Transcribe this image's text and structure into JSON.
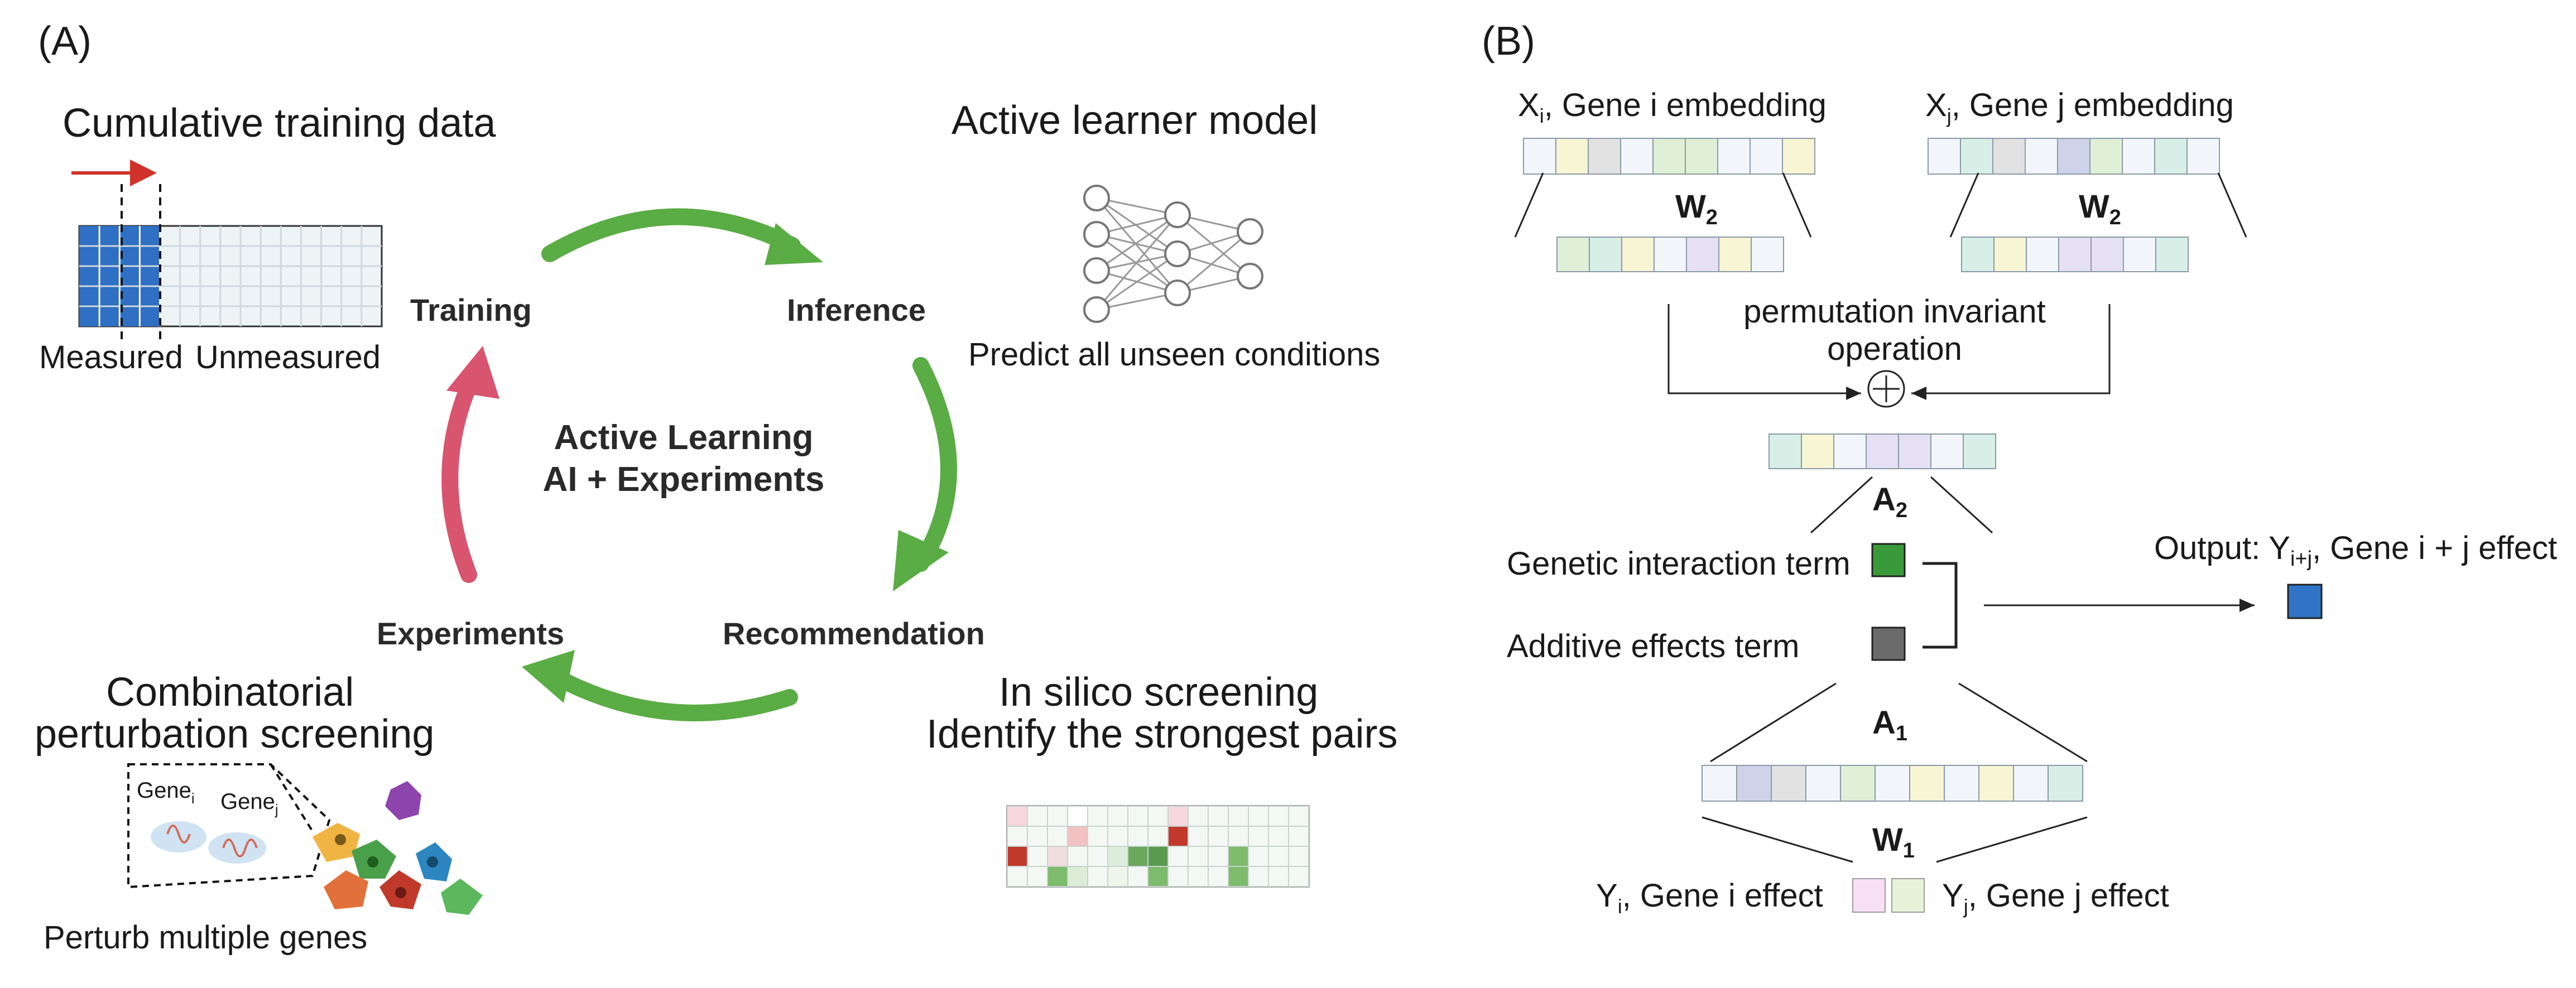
{
  "panel_a": {
    "label": "(A)",
    "cumulative_title": "Cumulative training data",
    "measured": "Measured",
    "unmeasured": "Unmeasured",
    "active_model_title": "Active learner model",
    "predict": "Predict all unseen conditions",
    "training": "Training",
    "inference": "Inference",
    "recommendation": "Recommendation",
    "experiments": "Experiments",
    "center_line1": "Active Learning",
    "center_line2": "AI + Experiments",
    "combo_line1": "Combinatorial",
    "combo_line2": "perturbation screening",
    "gene_i": "Gene",
    "gene_i_sub": "i",
    "gene_j": "Gene",
    "gene_j_sub": "j",
    "perturb": "Perturb multiple genes",
    "silico_line1": "In silico screening",
    "silico_line2": "Identify the strongest pairs"
  },
  "panel_b": {
    "label": "(B)",
    "xi": "X",
    "xi_sub": "i",
    "xi_rest": ", Gene i embedding",
    "xj": "X",
    "xj_sub": "j",
    "xj_rest": ", Gene j embedding",
    "w2": "W",
    "w2_sub": "2",
    "perm_line1": "permutation invariant",
    "perm_line2": "operation",
    "a2": "A",
    "a2_sub": "2",
    "genetic": "Genetic interaction term",
    "additive": "Additive effects term",
    "output": "Output: Y",
    "output_sub": "i+j",
    "output_rest": ", Gene i + j effect",
    "a1": "A",
    "a1_sub": "1",
    "w1": "W",
    "w1_sub": "1",
    "yi": "Y",
    "yi_sub": "i",
    "yi_rest": ", Gene i effect",
    "yj": "Y",
    "yj_sub": "j",
    "yj_rest": ", Gene j effect"
  },
  "colors": {
    "green_arrow": "#5aac44",
    "pink_arrow": "#d8546f",
    "measured_blue": "#2f6fc4",
    "genetic_green": "#3a9a3a",
    "additive_gray": "#6b6b6b",
    "output_blue": "#2f74c6",
    "red_arrow": "#d0322b"
  }
}
